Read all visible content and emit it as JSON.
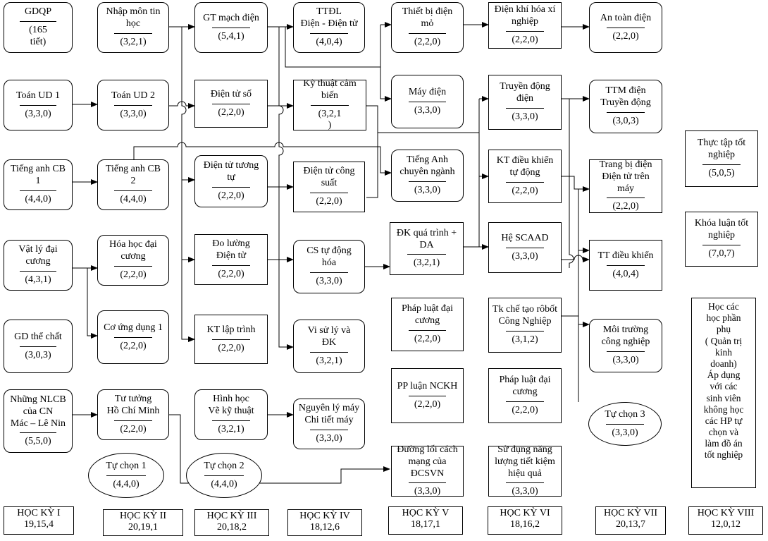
{
  "courses": {
    "gdqp": {
      "name": "GDQP",
      "credits": "(165\ntiết)"
    },
    "nhapmon": {
      "name": "Nhập môn tin\nhọc",
      "credits": "(3,2,1)"
    },
    "gtmach": {
      "name": "GT mạch điện",
      "credits": "(5,4,1)"
    },
    "ttdl": {
      "name": "TTĐL\nĐiện - Điện tử",
      "credits": "(4,0,4)"
    },
    "thietbi": {
      "name": "Thiết bị điện\nmỏ",
      "credits": "(2,2,0)"
    },
    "dkhx": {
      "name": "Điện khí hóa xí\nnghiệp",
      "credits": "(2,2,0)"
    },
    "antoan": {
      "name": "An toàn điện",
      "credits": "(2,2,0)"
    },
    "toan1": {
      "name": "Toán UD 1",
      "credits": "(3,3,0)"
    },
    "toan2": {
      "name": "Toán UD 2",
      "credits": "(3,3,0)"
    },
    "dientuso": {
      "name": "Điện tử số",
      "credits": "(2,2,0)"
    },
    "kythuat": {
      "name": "Kỹ thuật cảm\nbiến",
      "credits": "(3,2,1\n)"
    },
    "maydien": {
      "name": "Máy điện",
      "credits": "(3,3,0)"
    },
    "truyendong": {
      "name": "Truyền động\nđiện",
      "credits": "(3,3,0)"
    },
    "ttmdien": {
      "name": "TTM điện\nTruyền động",
      "credits": "(3,0,3)"
    },
    "thuctap": {
      "name": "Thực tập tốt\nnghiệp",
      "credits": "(5,0,5)"
    },
    "tacb1": {
      "name": "Tiếng anh CB\n1",
      "credits": "(4,4,0)"
    },
    "tacb2": {
      "name": "Tiếng anh CB\n2",
      "credits": "(4,4,0)"
    },
    "dttuongtu": {
      "name": "Điện tử tương\ntự",
      "credits": "(2,2,0)"
    },
    "dtcongsuat": {
      "name": "Điện tử công\nsuất",
      "credits": "(2,2,0)"
    },
    "tacn": {
      "name": "Tiếng Anh\nchuyên ngành",
      "credits": "(3,3,0)"
    },
    "ktdk": {
      "name": "KT điều khiển\ntự động",
      "credits": "(2,2,0)"
    },
    "trangbi": {
      "name": "Trang bị điện\nĐiện tử trên\nmáy",
      "credits": "(2,2,0)"
    },
    "khoaluan": {
      "name": "Khóa luận tốt\nnghiệp",
      "credits": "(7,0,7)"
    },
    "vatly": {
      "name": "Vật lý đại\ncương",
      "credits": "(4,3,1)"
    },
    "hoahoc": {
      "name": "Hóa học đại\ncương",
      "credits": "(2,2,0)"
    },
    "doluong": {
      "name": "Đo lường\nĐiện tử",
      "credits": "(2,2,0)"
    },
    "cstudong": {
      "name": "CS tự động\nhóa",
      "credits": "(3,3,0)"
    },
    "dkqt": {
      "name": "ĐK quá trình +\nDA",
      "credits": "(3,2,1)"
    },
    "hescaad": {
      "name": "Hệ SCAAD",
      "credits": "(3,3,0)"
    },
    "ttdk": {
      "name": "TT điều khiển",
      "credits": "(4,0,4)"
    },
    "gdtc": {
      "name": "GD thể chất",
      "credits": "(3,0,3)"
    },
    "cosoung": {
      "name": "Cơ ứng dụng 1",
      "credits": "(2,2,0)"
    },
    "ktlaptrinh": {
      "name": "KT lập trình",
      "credits": "(2,2,0)"
    },
    "visuly": {
      "name": "Vi sử lý và\nĐK",
      "credits": "(3,2,1)"
    },
    "phapluat1": {
      "name": "Pháp luật đại\ncương",
      "credits": "(2,2,0)"
    },
    "tkrobot": {
      "name": "Tk chế tạo rôbốt\nCông Nghiệp",
      "credits": "(3,1,2)"
    },
    "moitruong": {
      "name": "Môi trường\ncông nghiệp",
      "credits": "(3,3,0)"
    },
    "nlcb": {
      "name": "Những NLCB\ncủa CN\nMác – Lê Nin",
      "credits": "(5,5,0)"
    },
    "tutuong": {
      "name": "Tư tưởng\nHồ Chí Minh",
      "credits": "(2,2,0)"
    },
    "hinhhoc": {
      "name": "Hình học\nVẽ kỹ thuật",
      "credits": "(3,2,1)"
    },
    "nguyenly": {
      "name": "Nguyên lý máy\nChi tiết máy",
      "credits": "(3,3,0)"
    },
    "ppnckh": {
      "name": "PP luận NCKH",
      "credits": "(2,2,0)"
    },
    "phapluat2": {
      "name": "Pháp luật đại\ncương",
      "credits": "(2,2,0)"
    },
    "tuchon3": {
      "name": "Tự chọn 3",
      "credits": "(3,3,0)"
    },
    "tuchon1": {
      "name": "Tự chọn 1",
      "credits": "(4,4,0)"
    },
    "tuchon2": {
      "name": "Tự chọn 2",
      "credits": "(4,4,0)"
    },
    "duongloi": {
      "name": "Đường lối cách\nmạng của\nĐCSVN",
      "credits": "(3,3,0)"
    },
    "sudung": {
      "name": "Sử dụng năng\nlượng tiết kiệm\nhiệu quả",
      "credits": "(3,3,0)"
    }
  },
  "note": "Học các\nhọc phần\nphụ\n( Quản trị\nkinh\ndoanh)\nÁp dụng\nvới các\nsinh viên\nkhông học\ncác HP tự\nchọn và\nlàm đồ án\ntốt nghiệp",
  "semesters": [
    {
      "name": "HỌC KỲ I",
      "credits": "19,15,4"
    },
    {
      "name": "HỌC KỲ II",
      "credits": "20,19,1"
    },
    {
      "name": "HỌC KỲ III",
      "credits": "20,18,2"
    },
    {
      "name": "HỌC KỲ IV",
      "credits": "18,12,6"
    },
    {
      "name": "HỌC KỲ V",
      "credits": "18,17,1"
    },
    {
      "name": "HỌC KỲ VI",
      "credits": "18,16,2"
    },
    {
      "name": "HỌC KỲ VII",
      "credits": "20,13,7"
    },
    {
      "name": "HỌC KỲ VIII",
      "credits": "12,0,12"
    }
  ]
}
